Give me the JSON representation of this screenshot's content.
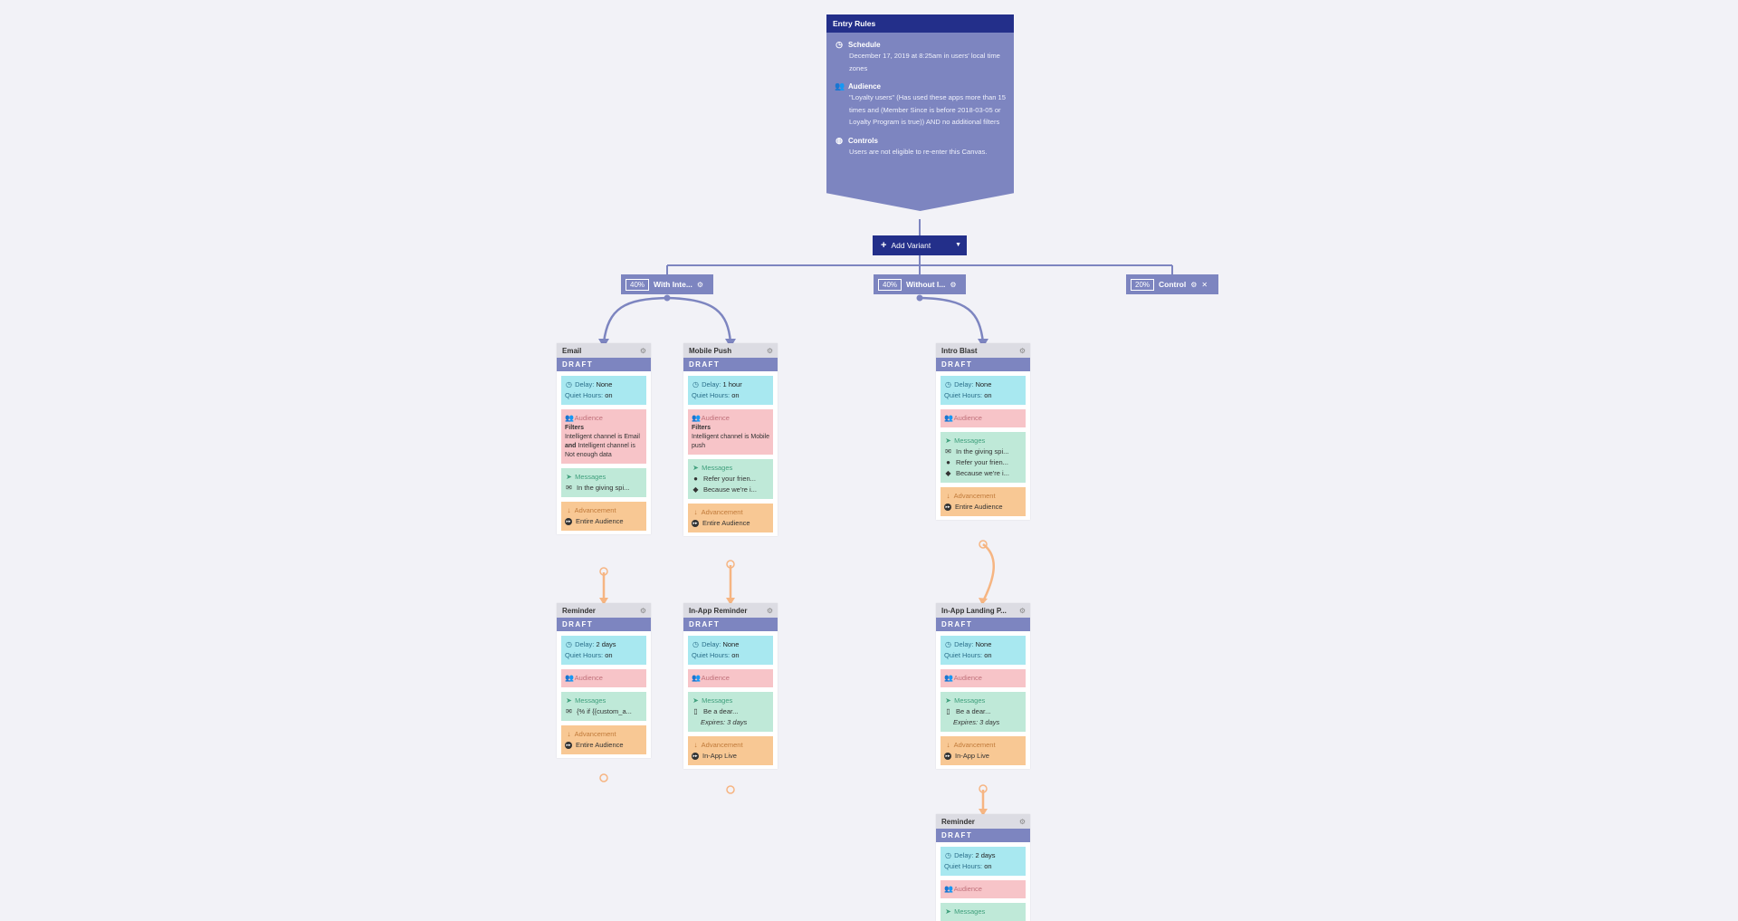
{
  "entry_rules": {
    "title": "Entry Rules",
    "schedule": {
      "icon": "clock-icon",
      "title": "Schedule",
      "text": "December 17, 2019 at 8:25am in users' local time zones"
    },
    "audience": {
      "icon": "users-icon",
      "title": "Audience",
      "text": "\"Loyalty users\" (Has used these apps more than 15 times and (Member Since is before 2018-03-05 or Loyalty Program is true)) AND no additional filters"
    },
    "controls": {
      "icon": "controls-icon",
      "title": "Controls",
      "text": "Users are not eligible to re-enter this Canvas."
    }
  },
  "add_variant": {
    "label": "Add Variant"
  },
  "variants": [
    {
      "pct": "40%",
      "name": "With Inte..."
    },
    {
      "pct": "40%",
      "name": "Without I..."
    },
    {
      "pct": "20%",
      "name": "Control"
    }
  ],
  "labels": {
    "draft": "DRAFT",
    "delay": "Delay:",
    "quiet_hours": "Quiet Hours:",
    "audience": "Audience",
    "messages": "Messages",
    "advancement": "Advancement",
    "filters": "Filters",
    "and": "and"
  },
  "steps": {
    "email": {
      "title": "Email",
      "delay": "None",
      "quiet": "on",
      "filter1": "Intelligent channel is Email",
      "filter2": "Intelligent channel is Not enough data",
      "msg1": "In the giving spi...",
      "adv": "Entire Audience"
    },
    "mobile_push": {
      "title": "Mobile Push",
      "delay": "1 hour",
      "quiet": "on",
      "filter1": "Intelligent channel is Mobile push",
      "msg1": "Refer your frien...",
      "msg2": "Because we're i...",
      "adv": "Entire Audience"
    },
    "intro_blast": {
      "title": "Intro Blast",
      "delay": "None",
      "quiet": "on",
      "msg1": "In the giving spi...",
      "msg2": "Refer your frien...",
      "msg3": "Because we're i...",
      "adv": "Entire Audience"
    },
    "reminder1": {
      "title": "Reminder",
      "delay": "2 days",
      "quiet": "on",
      "msg1": "{% if {{custom_a...",
      "adv": "Entire Audience"
    },
    "inapp_reminder": {
      "title": "In-App Reminder",
      "delay": "None",
      "quiet": "on",
      "msg1": "Be a dear...",
      "expires": "Expires: 3 days",
      "adv": "In-App Live"
    },
    "inapp_landing": {
      "title": "In-App Landing P...",
      "delay": "None",
      "quiet": "on",
      "msg1": "Be a dear...",
      "expires": "Expires: 3 days",
      "adv": "In-App Live"
    },
    "reminder2": {
      "title": "Reminder",
      "delay": "2 days",
      "quiet": "on"
    }
  },
  "colors": {
    "navy": "#232f8a",
    "periwinkle": "#7d85c0",
    "delay_bg": "#a8e8f0",
    "audience_bg": "#f7c4c8",
    "messages_bg": "#bfe9d8",
    "advancement_bg": "#f8c894",
    "connector_orange": "#f6b582"
  }
}
